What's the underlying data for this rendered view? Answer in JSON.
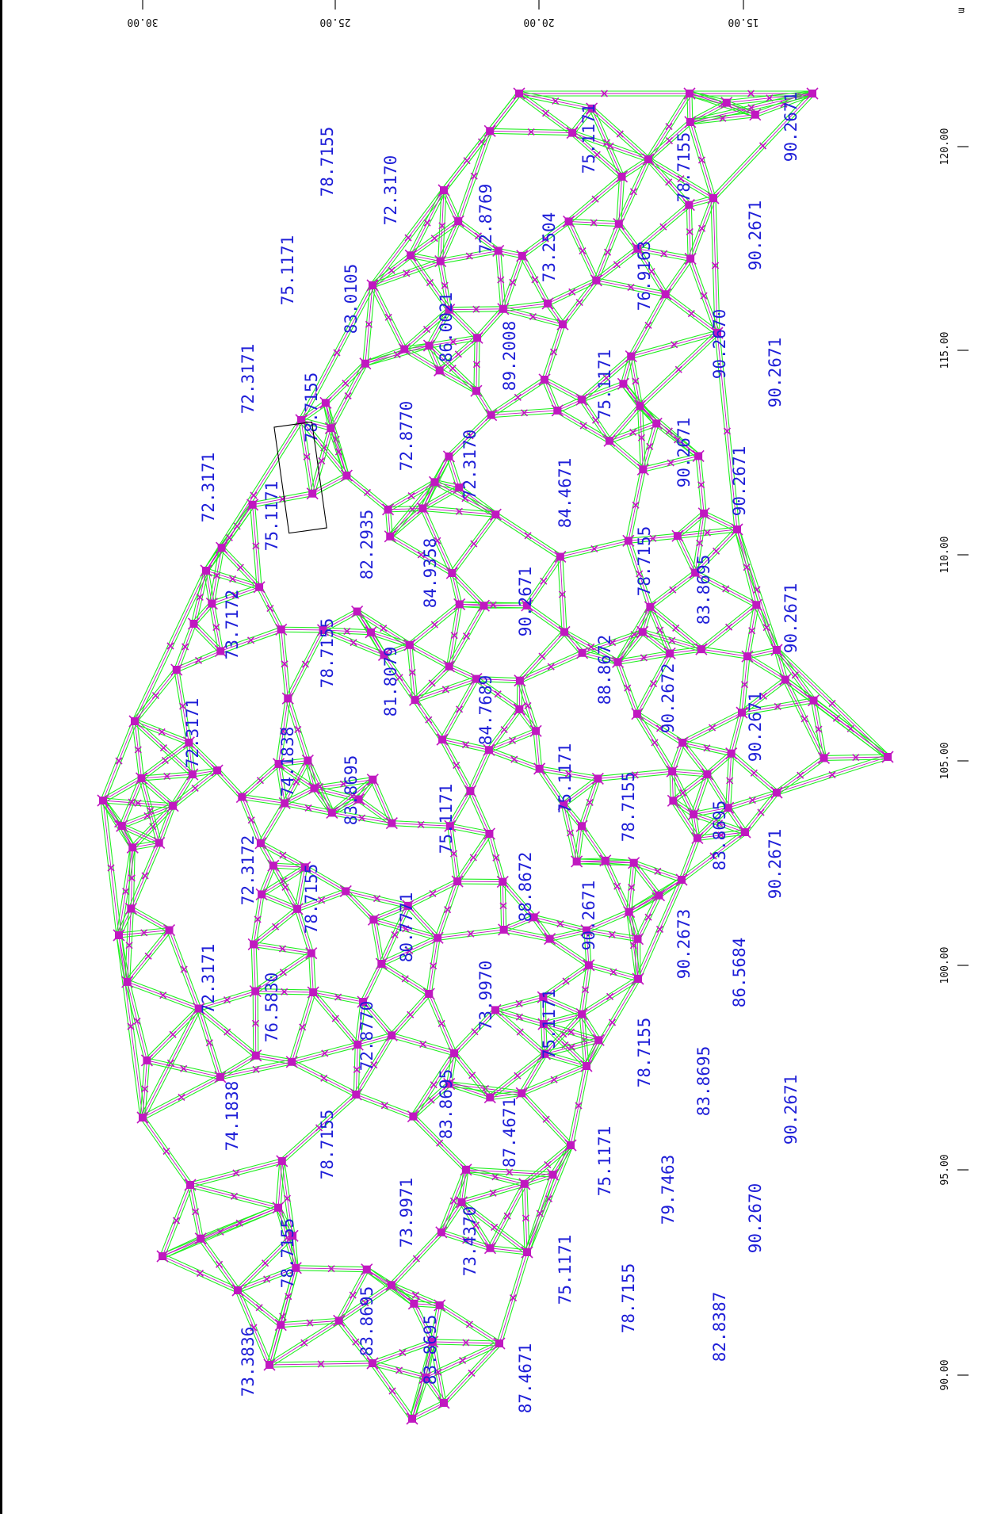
{
  "units": "m",
  "axes": {
    "top_ticks": [
      {
        "label": "30.00"
      },
      {
        "label": "25.00"
      },
      {
        "label": "20.00"
      },
      {
        "label": "15.00"
      }
    ],
    "right_ticks": [
      {
        "label": "120.00"
      },
      {
        "label": "115.00"
      },
      {
        "label": "110.00"
      },
      {
        "label": "105.00"
      },
      {
        "label": "100.00"
      },
      {
        "label": "95.00"
      },
      {
        "label": "90.00"
      }
    ]
  },
  "elevation_labels": [
    "90.2671",
    "90.2671",
    "90.2671",
    "90.2671",
    "90.2671",
    "90.2671",
    "90.2671",
    "90.2671",
    "86.5684",
    "90.2670",
    "90.2670",
    "83.8695",
    "83.8695",
    "83.8695",
    "82.8387",
    "90.2671",
    "90.2672",
    "90.2673",
    "79.7463",
    "78.7155",
    "78.7155",
    "78.7155",
    "78.7155",
    "78.7155",
    "76.9163",
    "88.8672",
    "90.2671",
    "75.1171",
    "75.1171",
    "75.1171",
    "75.1171",
    "75.1171",
    "75.1171",
    "73.2504",
    "84.4671",
    "88.8672",
    "87.4671",
    "87.4671",
    "89.2008",
    "90.2671",
    "73.9970",
    "73.4370",
    "72.8769",
    "72.3170",
    "84.7689",
    "83.8695",
    "83.8695",
    "86.0021",
    "84.9358",
    "75.1171",
    "73.9971",
    "72.3170",
    "72.8770",
    "81.8079",
    "80.7771",
    "83.8695",
    "83.0105",
    "82.2935",
    "83.8695",
    "72.8770",
    "78.7155",
    "78.7155",
    "78.7155",
    "78.7155",
    "78.7155",
    "75.1171",
    "75.1171",
    "74.1838",
    "76.5830",
    "78.7155",
    "72.3171",
    "73.7172",
    "72.3172",
    "74.1838",
    "73.3836",
    "72.3171",
    "72.3171",
    "72.3171"
  ],
  "colors": {
    "edge_outer": "#22ee22",
    "edge_inner": "#c018c0",
    "node": "#c018c0",
    "text": "#1e1ed8",
    "selection_box": "#000000"
  }
}
